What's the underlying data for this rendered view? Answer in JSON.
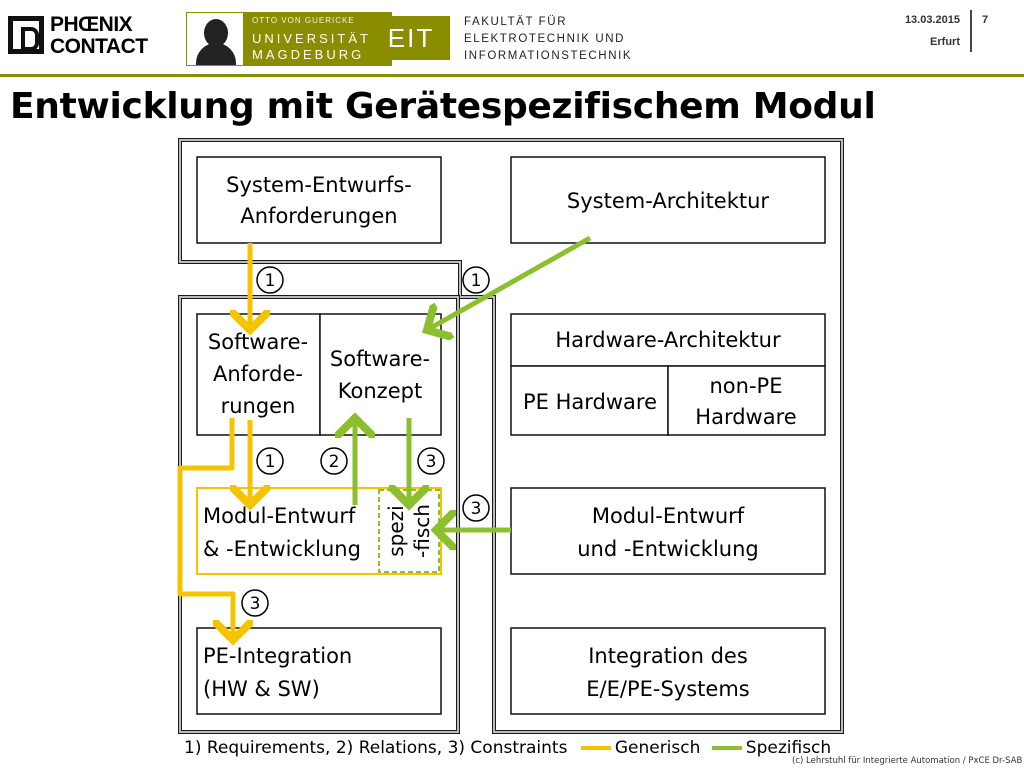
{
  "header": {
    "brand_line1": "PHŒNIX",
    "brand_line2": "CONTACT",
    "university_small": "OTTO VON GUERICKE",
    "university_line1": "UNIVERSITÄT",
    "university_line2": "MAGDEBURG",
    "eit_label": "EIT",
    "faculty_line1": "FAKULTÄT FÜR",
    "faculty_line2": "ELEKTROTECHNIK UND",
    "faculty_line3": "INFORMATIONSTECHNIK",
    "date": "13.03.2015",
    "place": "Erfurt",
    "page_number": "7"
  },
  "title": "Entwicklung mit Gerätespezifischem Modul",
  "diagram": {
    "boxes": {
      "sys_req_1": "System-Entwurfs-",
      "sys_req_2": "Anforderungen",
      "sys_arch": "System-Architektur",
      "sw_req_1": "Software-",
      "sw_req_2": "Anforde-",
      "sw_req_3": "rungen",
      "sw_concept_1": "Software-",
      "sw_concept_2": "Konzept",
      "hw_arch": "Hardware-Architektur",
      "pe_hw": "PE Hardware",
      "non_pe_1": "non-PE",
      "non_pe_2": "Hardware",
      "modul_left_1": "Modul-Entwurf",
      "modul_left_2": "& -Entwicklung",
      "spezifisch_1": "spezi",
      "spezifisch_2": "-fisch",
      "modul_right_1": "Modul-Entwurf",
      "modul_right_2": "und -Entwicklung",
      "pe_int_1": "PE-Integration",
      "pe_int_2": "(HW & SW)",
      "int_sys_1": "Integration des",
      "int_sys_2": "E/E/PE-Systems"
    },
    "markers": {
      "one": "1",
      "two": "2",
      "three": "3"
    }
  },
  "legend": {
    "relations": "1) Requirements, 2) Relations, 3) Constraints",
    "generic": "Generisch",
    "specific": "Spezifisch"
  },
  "colors": {
    "generic": "#f5c400",
    "specific": "#8cbf2e",
    "accent": "#8a8d00"
  },
  "copyright": "(c) Lehrstuhl für Integrierte Automation / PxCE Dr-SAB"
}
